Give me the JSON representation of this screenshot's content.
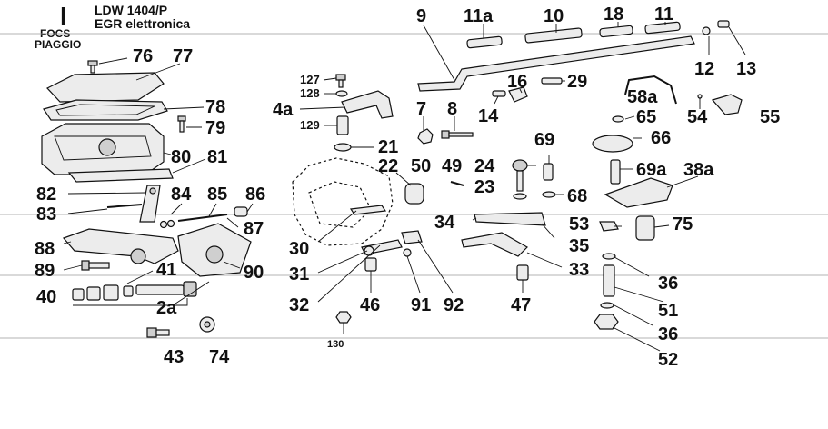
{
  "header": {
    "section_letter": "I",
    "model": "LDW 1404/P",
    "title": "EGR elettronica",
    "brand_line1": "FOCS",
    "brand_line2": "PIAGGIO"
  },
  "callouts": {
    "c76": "76",
    "c77": "77",
    "c78": "78",
    "c79": "79",
    "c80": "80",
    "c81": "81",
    "c82": "82",
    "c83": "83",
    "c84": "84",
    "c85": "85",
    "c86": "86",
    "c87": "87",
    "c88": "88",
    "c89": "89",
    "c90": "90",
    "c40": "40",
    "c41": "41",
    "c2a": "2a",
    "c43": "43",
    "c74": "74",
    "c127": "127",
    "c128": "128",
    "c4a": "4a",
    "c129": "129",
    "c21": "21",
    "c22": "22",
    "c30": "30",
    "c31": "31",
    "c32": "32",
    "c46": "46",
    "c130": "130",
    "c9": "9",
    "c11a": "11a",
    "c10": "10",
    "c18": "18",
    "c11": "11",
    "c12": "12",
    "c13": "13",
    "c16": "16",
    "c29": "29",
    "c7": "7",
    "c8": "8",
    "c14": "14",
    "c58a": "58a",
    "c65": "65",
    "c54": "54",
    "c55": "55",
    "c66": "66",
    "c50": "50",
    "c49": "49",
    "c24": "24",
    "c23": "23",
    "c69": "69",
    "c69a": "69a",
    "c38a": "38a",
    "c68": "68",
    "c34": "34",
    "c35": "35",
    "c53": "53",
    "c75": "75",
    "c33": "33",
    "c91": "91",
    "c92": "92",
    "c47": "47",
    "c36a": "36",
    "c51": "51",
    "c36b": "36",
    "c52": "52"
  }
}
